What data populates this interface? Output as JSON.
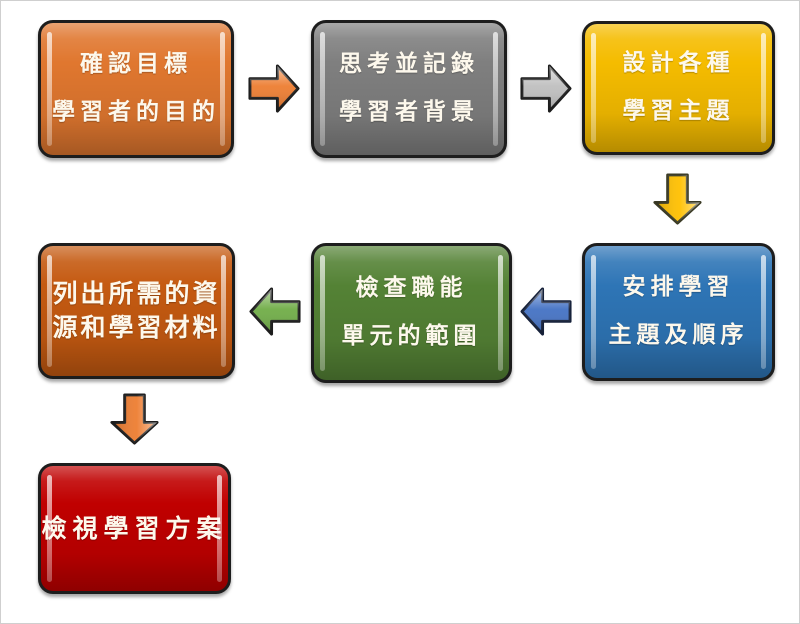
{
  "page": {
    "background": "#ffffff",
    "frame_border": "#cfcfcf"
  },
  "flowchart": {
    "nodes": [
      {
        "id": "confirm-goals",
        "lines": [
          "確認目標",
          "學習者的目的"
        ],
        "color": "#E0772F",
        "text_color": "#FDF8EC"
      },
      {
        "id": "think-record-background",
        "lines": [
          "思考並記錄",
          "學習者背景"
        ],
        "color": "#7F7F7F",
        "text_color": "#FDF8EC"
      },
      {
        "id": "design-topics",
        "lines": [
          "設計各種",
          "學習主題"
        ],
        "color": "#F5BC00",
        "text_color": "#FDF8EC"
      },
      {
        "id": "arrange-topic-order",
        "lines": [
          "安排學習",
          "主題及順序"
        ],
        "color": "#2E75B6",
        "text_color": "#FDF8EC"
      },
      {
        "id": "check-competency-scope",
        "lines": [
          "檢查職能",
          "單元的範圍"
        ],
        "color": "#548235",
        "text_color": "#FDF8EC"
      },
      {
        "id": "list-resources-materials",
        "lines": [
          "列出所需的資",
          "源和學習材料"
        ],
        "color": "#C55A11",
        "text_color": "#FDF8EC"
      },
      {
        "id": "review-learning-plan",
        "lines": [
          "檢視學習方案"
        ],
        "color": "#C00000",
        "text_color": "#FDF8EC"
      }
    ],
    "arrows": [
      {
        "id": "step1-to-step2",
        "direction": "right",
        "color": "#ED7D31"
      },
      {
        "id": "step2-to-step3",
        "direction": "right",
        "color": "#BFBFBF"
      },
      {
        "id": "step3-to-step4",
        "direction": "down",
        "color": "#FFC000"
      },
      {
        "id": "step4-to-step5",
        "direction": "left",
        "color": "#4472C4"
      },
      {
        "id": "step5-to-step6",
        "direction": "left",
        "color": "#70AD47"
      },
      {
        "id": "step6-to-step7",
        "direction": "down",
        "color": "#ED7D31"
      }
    ],
    "outline_color": "#1d1d1d"
  }
}
